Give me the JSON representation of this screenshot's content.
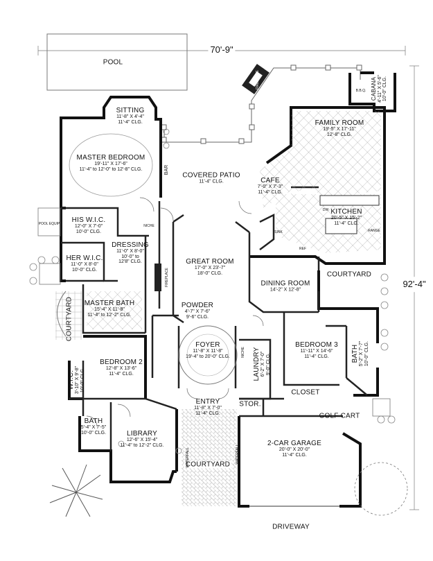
{
  "dimensions": {
    "width_label": "70'-9\"",
    "depth_label": "92'-4\""
  },
  "rooms": {
    "pool": {
      "title": "POOL"
    },
    "sitting": {
      "title": "SITTING",
      "size": "11'-8\" X 4'-4\"",
      "ceiling": "11'-4\" CLG."
    },
    "master_bedroom": {
      "title": "MASTER BEDROOM",
      "size": "19'-11\" X 17'-6\"",
      "ceiling": "11'-4\" to 12'-0\" to 12'-8\" CLG."
    },
    "covered_patio": {
      "title": "COVERED PATIO",
      "ceiling": "11'-4\" CLG."
    },
    "family_room": {
      "title": "FAMILY ROOM",
      "size": "19'-5\" X 17'-11\"",
      "ceiling": "12'-8\" CLG."
    },
    "cabana": {
      "title": "CABANA",
      "size": "4'-11\" X 5'-6\"",
      "ceiling": "10'-0\" CLG."
    },
    "cafe": {
      "title": "CAFE",
      "size": "7'-0\" X 7'-3\"",
      "ceiling": "11'-4\" CLG."
    },
    "kitchen": {
      "title": "KITCHEN",
      "size": "20'-5\" X 15'-2\"",
      "ceiling": "11'-4\" CLG."
    },
    "his_wic": {
      "title": "HIS W.I.C.",
      "size": "12'-0\" X 7'-0\"",
      "ceiling": "10'-0\" CLG."
    },
    "her_wic": {
      "title": "HER W.I.C.",
      "size": "11'-0\" X 8'-0\"",
      "ceiling": "10'-0\" CLG."
    },
    "dressing": {
      "title": "DRESSING",
      "size": "11'-0\" X 8'-0\"",
      "ceiling": "10'-0\" to",
      "ceiling2": "12'8\" CLG."
    },
    "great_room": {
      "title": "GREAT ROOM",
      "size": "17'-0\" X 23'-7\"",
      "ceiling": "18'-0\" CLG."
    },
    "dining_room": {
      "title": "DINING ROOM",
      "size": "14'-2\" X 12'-8\""
    },
    "courtyard_east": {
      "title": "COURTYARD"
    },
    "master_bath": {
      "title": "MASTER BATH",
      "size": "15'-4\" X 11'-8\"",
      "ceiling": "11'-4\" to 12'-2\" CLG."
    },
    "courtyard_west": {
      "title": "COURTYARD"
    },
    "powder": {
      "title": "POWDER",
      "size": "4'-7\" X 7'-6\"",
      "ceiling": "9'-6\" CLG."
    },
    "foyer": {
      "title": "FOYER",
      "size": "11'-8\" X 11'-8\"",
      "ceiling": "19'-4\" to 20'-0\" CLG."
    },
    "bedroom_3": {
      "title": "BEDROOM 3",
      "size": "11'-11\" X 14'-6\"",
      "ceiling": "11'-4\" CLG."
    },
    "bath_east": {
      "title": "BATH",
      "size": "5'-2\" X 7'-7\"",
      "ceiling": "10'-0\" CLG."
    },
    "laundry": {
      "title": "LAUNDRY",
      "size": "6'-2\" X 7'-0\"",
      "ceiling": "9'-0\" CLG."
    },
    "bedroom_2": {
      "title": "BEDROOM 2",
      "size": "12'-8\" X 13'-6\"",
      "ceiling": "11'-4\" CLG."
    },
    "wic_west": {
      "title": "W.I.C.",
      "size": "3'-10\" X 9'-8\"",
      "ceiling": "10'-0\" CLG."
    },
    "closet": {
      "title": "CLOSET"
    },
    "entry": {
      "title": "ENTRY",
      "size": "11'-8\" X 7'-0\"",
      "ceiling": "11'-4\" CLG."
    },
    "storage": {
      "title": "STOR."
    },
    "golf_cart": {
      "title": "GOLF CART"
    },
    "bath_west": {
      "title": "BATH",
      "size": "5'-4\" X 7'-5\"",
      "ceiling": "10'-0\" CLG."
    },
    "library": {
      "title": "LIBRARY",
      "size": "12'-6\" X 15'-4\"",
      "ceiling": "11'-4\" to 12'-2\" CLG."
    },
    "garage": {
      "title": "2-CAR GARAGE",
      "size": "20'-0\" X 20'-0\"",
      "ceiling": "11'-4\" CLG."
    },
    "courtyard_front": {
      "title": "COURTYARD"
    },
    "driveway": {
      "title": "DRIVEWAY"
    }
  },
  "notes": {
    "fireplace_patio": "FIREPLACE",
    "fireplace_great": "FIREPLACE",
    "bar": "BAR",
    "pool_equip": "POOL EQUIP",
    "bbq": "B.B.Q.",
    "niche": "NICHE",
    "sink": "SINK",
    "ref": "REF",
    "range": "RANGE",
    "dw": "DW",
    "waterfall": "WATERFALL"
  }
}
